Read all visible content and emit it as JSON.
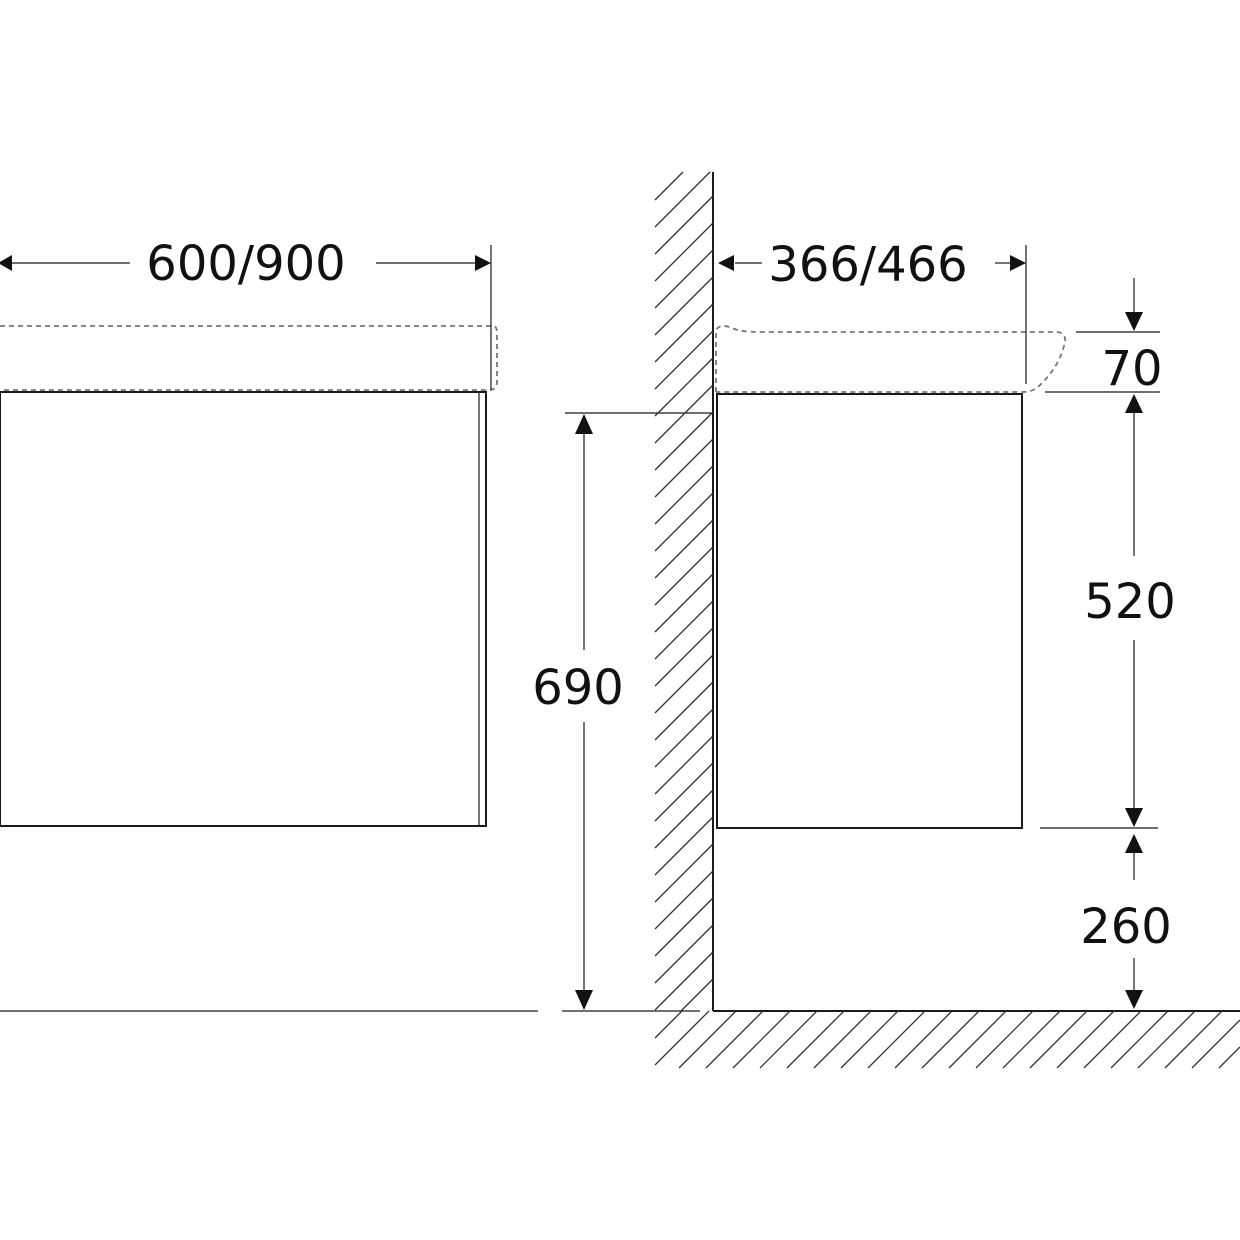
{
  "dimensions": {
    "width_front": "600/900",
    "depth_side": "366/466",
    "top_thickness": "70",
    "cabinet_height": "520",
    "floor_clearance": "260",
    "total_height": "690"
  },
  "colors": {
    "ink": "#1a1a1a",
    "dashed_outline": "#777777",
    "background": "#ffffff"
  }
}
